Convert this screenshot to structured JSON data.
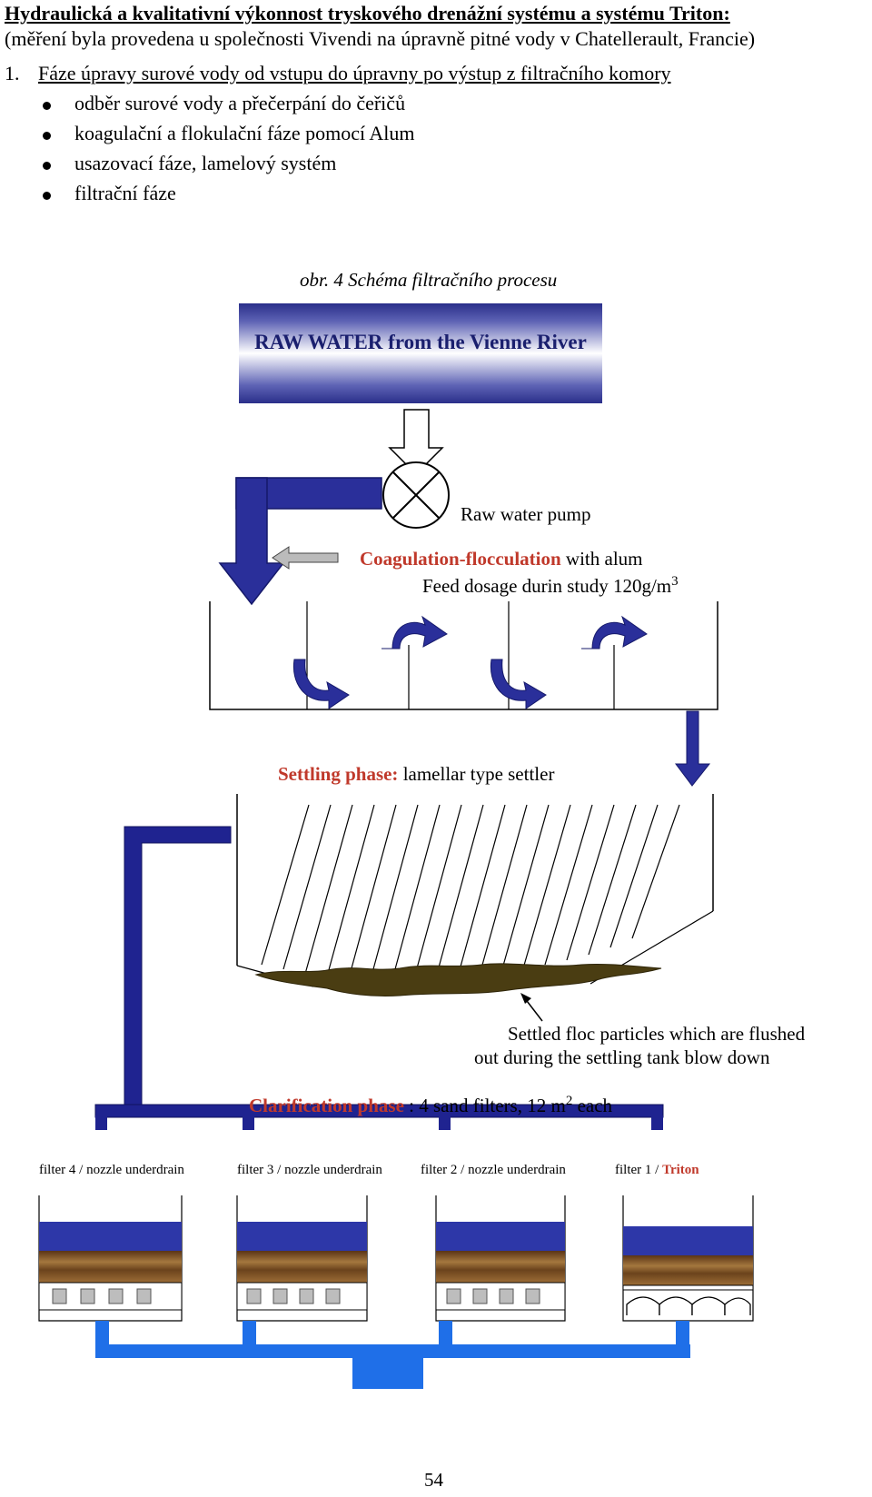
{
  "header": {
    "title": "Hydraulická a kvalitativní výkonnost tryskového drenážní systému a systému Triton:",
    "subtitle": "(měření byla provedena u společnosti Vivendi na úpravně pitné vody v Chatellerault, Francie)"
  },
  "phase1": {
    "number": "1.",
    "title": "Fáze úpravy surové vody od vstupu do úpravny po výstup z filtračního komory",
    "bullets": [
      "odběr surové vody a přečerpání do čeřičů",
      "koagulační a flokulační fáze pomocí Alum",
      "usazovací fáze, lamelový systém",
      "filtrační fáze"
    ]
  },
  "figure": {
    "caption": "obr. 4  Schéma filtračního procesu",
    "raw_water": "RAW WATER from the Vienne River",
    "pump": "Raw   water  pump",
    "coag_red": "Coagulation-flocculation",
    "coag_rest": " with alum",
    "feed": "Feed dosage  durin study 120g/m",
    "feed_sup": "3",
    "settling_red": "Settling phase:",
    "settling_rest": " lamellar type  settler",
    "settled_line1": "Settled floc particles  which are  flushed",
    "settled_line2": "out during the settling tank blow down",
    "clar_red": "Clarification phase",
    "clar_rest": " : 4  sand  filters, 12 m",
    "clar_sup": "2",
    "clar_end": " each",
    "filters": [
      {
        "label": "filter 4 / nozzle underdrain",
        "highlight": ""
      },
      {
        "label": "filter 3 / nozzle underdrain",
        "highlight": ""
      },
      {
        "label": "filter 2 / nozzle underdrain",
        "highlight": ""
      },
      {
        "label": "filter 1 / ",
        "highlight": "Triton"
      }
    ]
  },
  "page_number": "54",
  "colors": {
    "pipe_navy": "#1f2390",
    "arrow_blue": "#2a2f9a",
    "water_blue": "#2d37a8",
    "sand_brown": "#7a4e25",
    "sludge": "#4a3d12",
    "drain_blue": "#1f6fe8",
    "label_red": "#c0392b"
  }
}
